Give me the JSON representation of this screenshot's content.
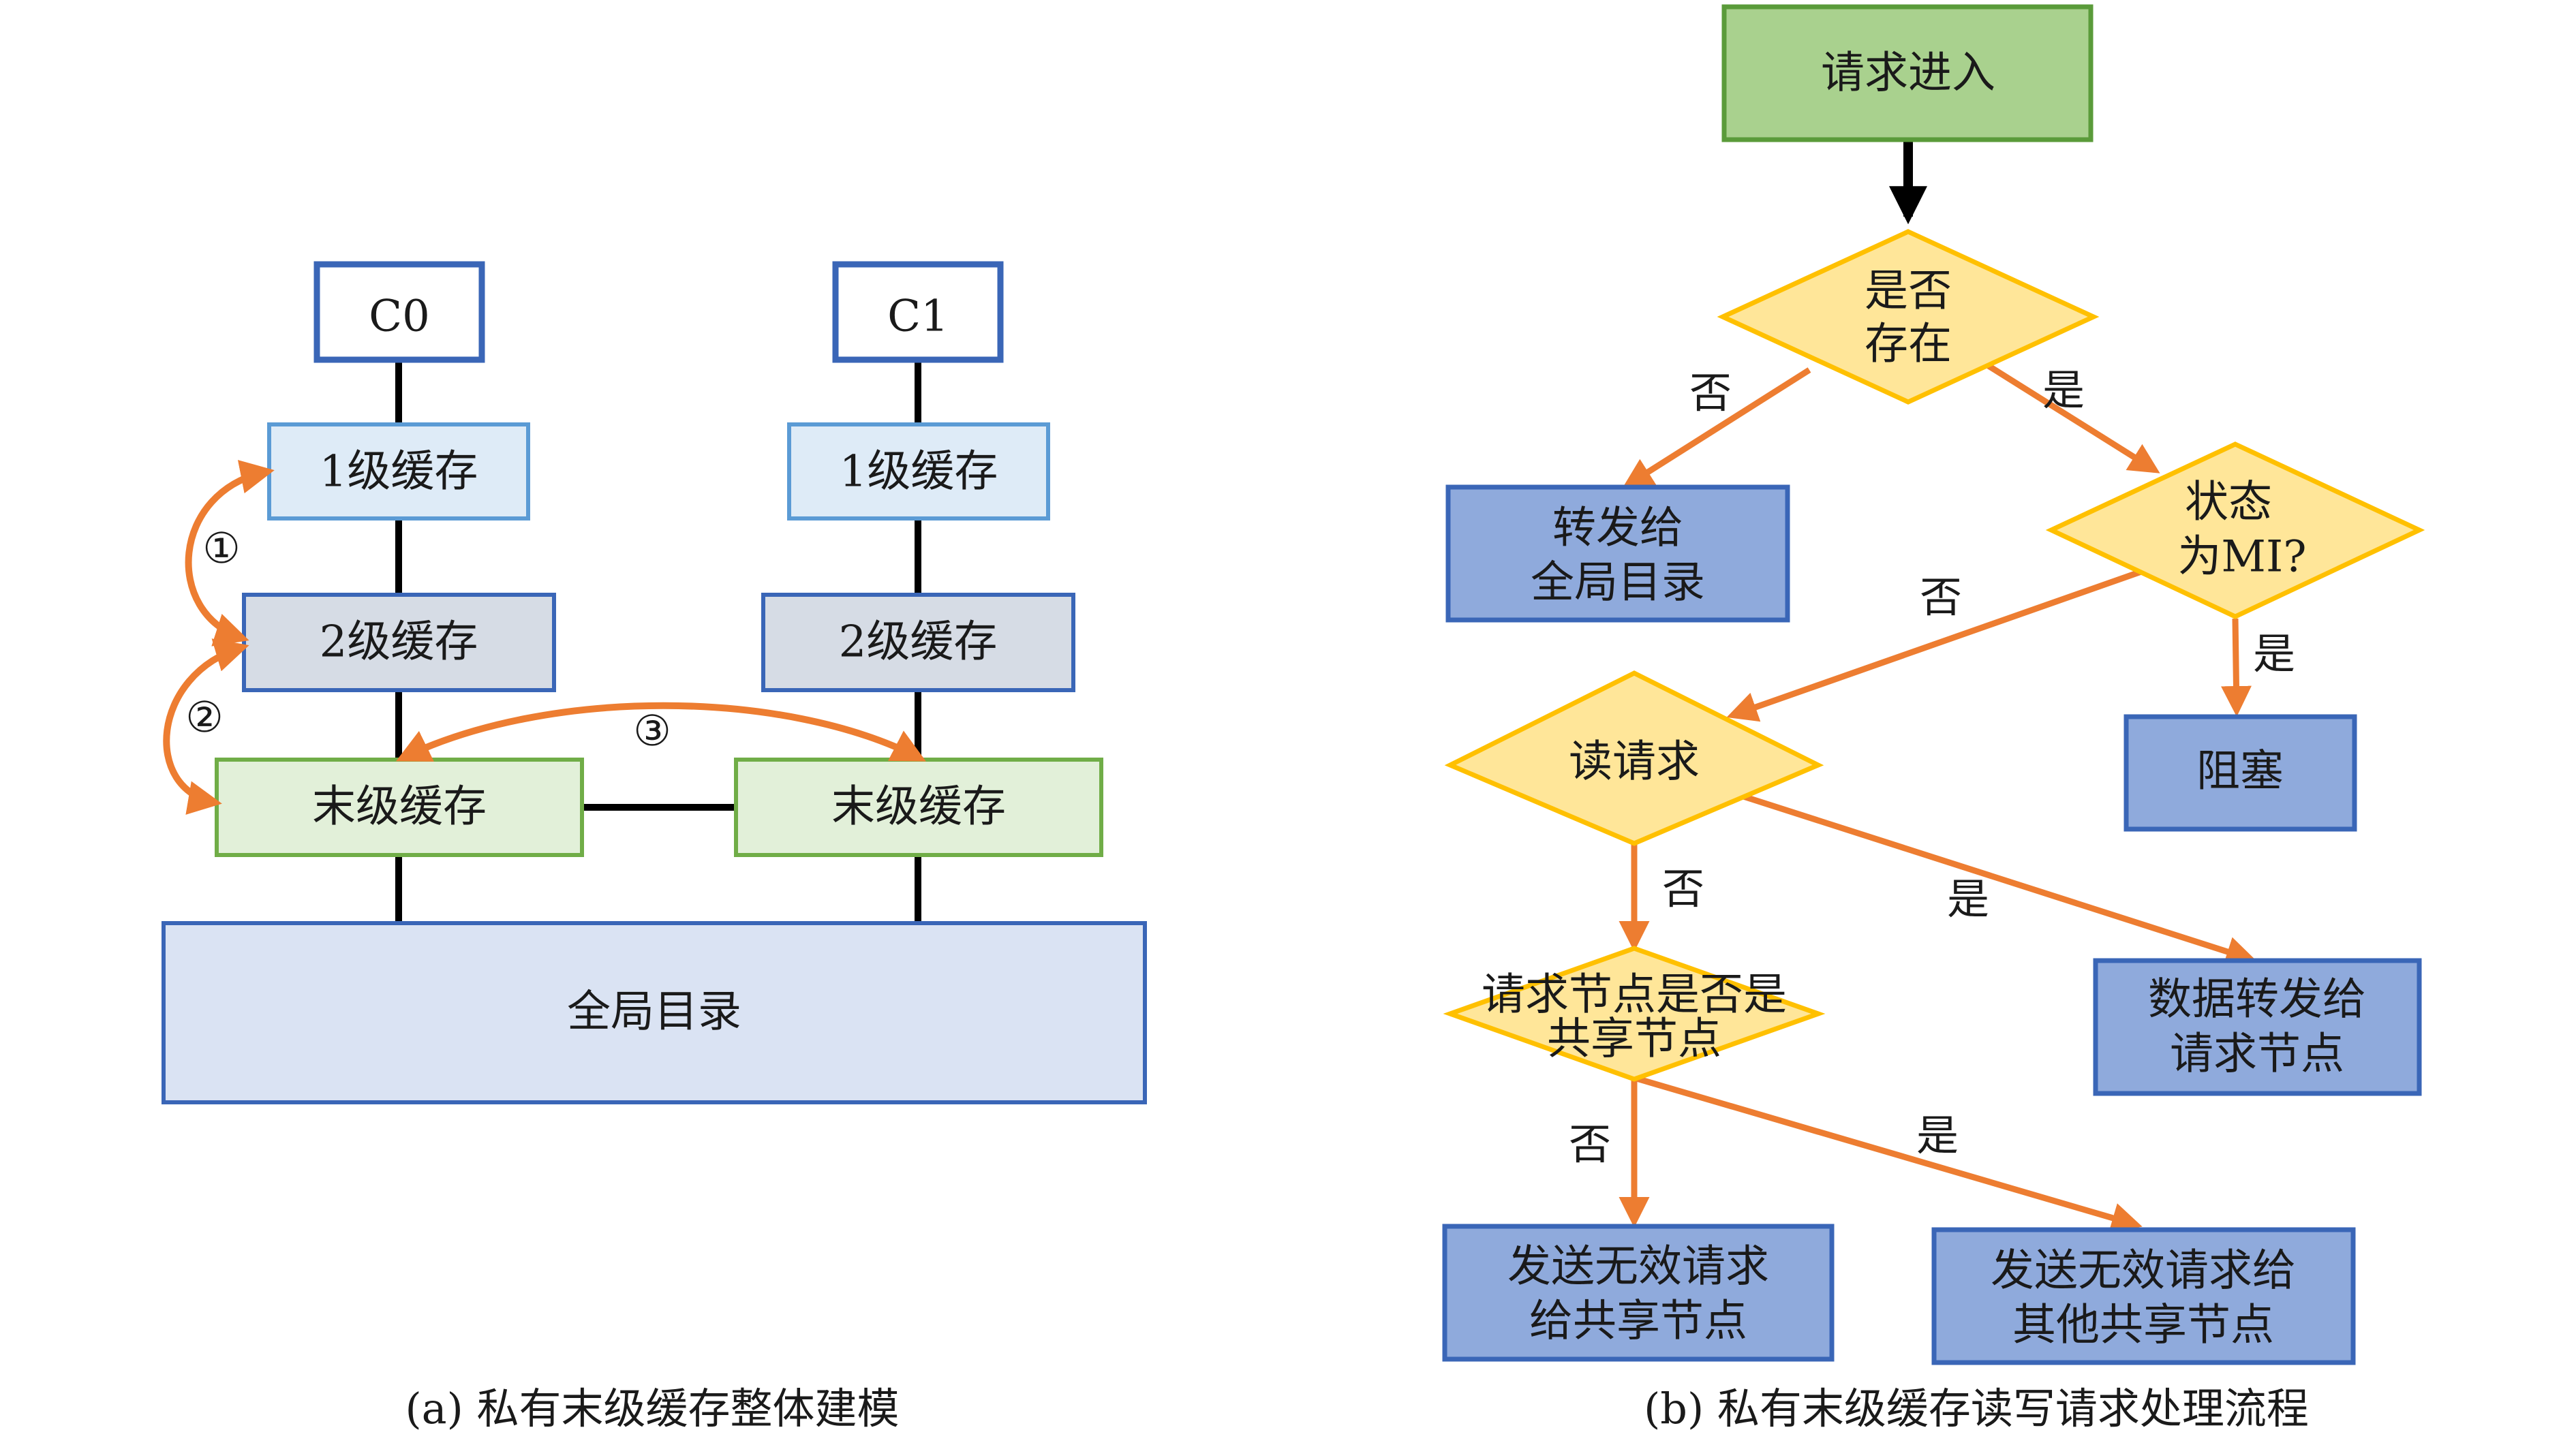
{
  "colors": {
    "core_border": "#3a66b7",
    "l1_fill": "#deebf7",
    "l1_border": "#5b9bd5",
    "l2_fill": "#d6dce5",
    "l2_border": "#3a66b7",
    "llc_fill": "#e2f0d9",
    "llc_border": "#70ad47",
    "dir_fill": "#dae3f3",
    "dir_border": "#3a66b7",
    "start_fill": "#a9d18e",
    "start_border": "#5a9b3a",
    "decision_fill": "#ffe699",
    "decision_border": "#ffc000",
    "action_fill": "#8faadc",
    "action_border": "#3a66b7",
    "orange": "#ed7d31"
  },
  "left": {
    "cores": [
      "C0",
      "C1"
    ],
    "l1": [
      "1级缓存",
      "1级缓存"
    ],
    "l2": [
      "2级缓存",
      "2级缓存"
    ],
    "llc": [
      "末级缓存",
      "末级缓存"
    ],
    "directory": "全局目录",
    "markers": [
      "①",
      "②",
      "③"
    ],
    "caption": "(a) 私有末级缓存整体建模"
  },
  "right": {
    "start": "请求进入",
    "exists": [
      "是否",
      "存在"
    ],
    "forward": [
      "转发给",
      "全局目录"
    ],
    "state": [
      "状态",
      "为MI?"
    ],
    "block": "阻塞",
    "read": "读请求",
    "data_forward": [
      "数据转发给",
      "请求节点"
    ],
    "shared_q": [
      "请求节点是否是",
      "共享节点"
    ],
    "inv_to_req": [
      "发送无效请求",
      "给共享节点"
    ],
    "inv_to_others": [
      "发送无效请求给",
      "其他共享节点"
    ],
    "yes": "是",
    "no": "否",
    "caption": "(b) 私有末级缓存读写请求处理流程"
  }
}
